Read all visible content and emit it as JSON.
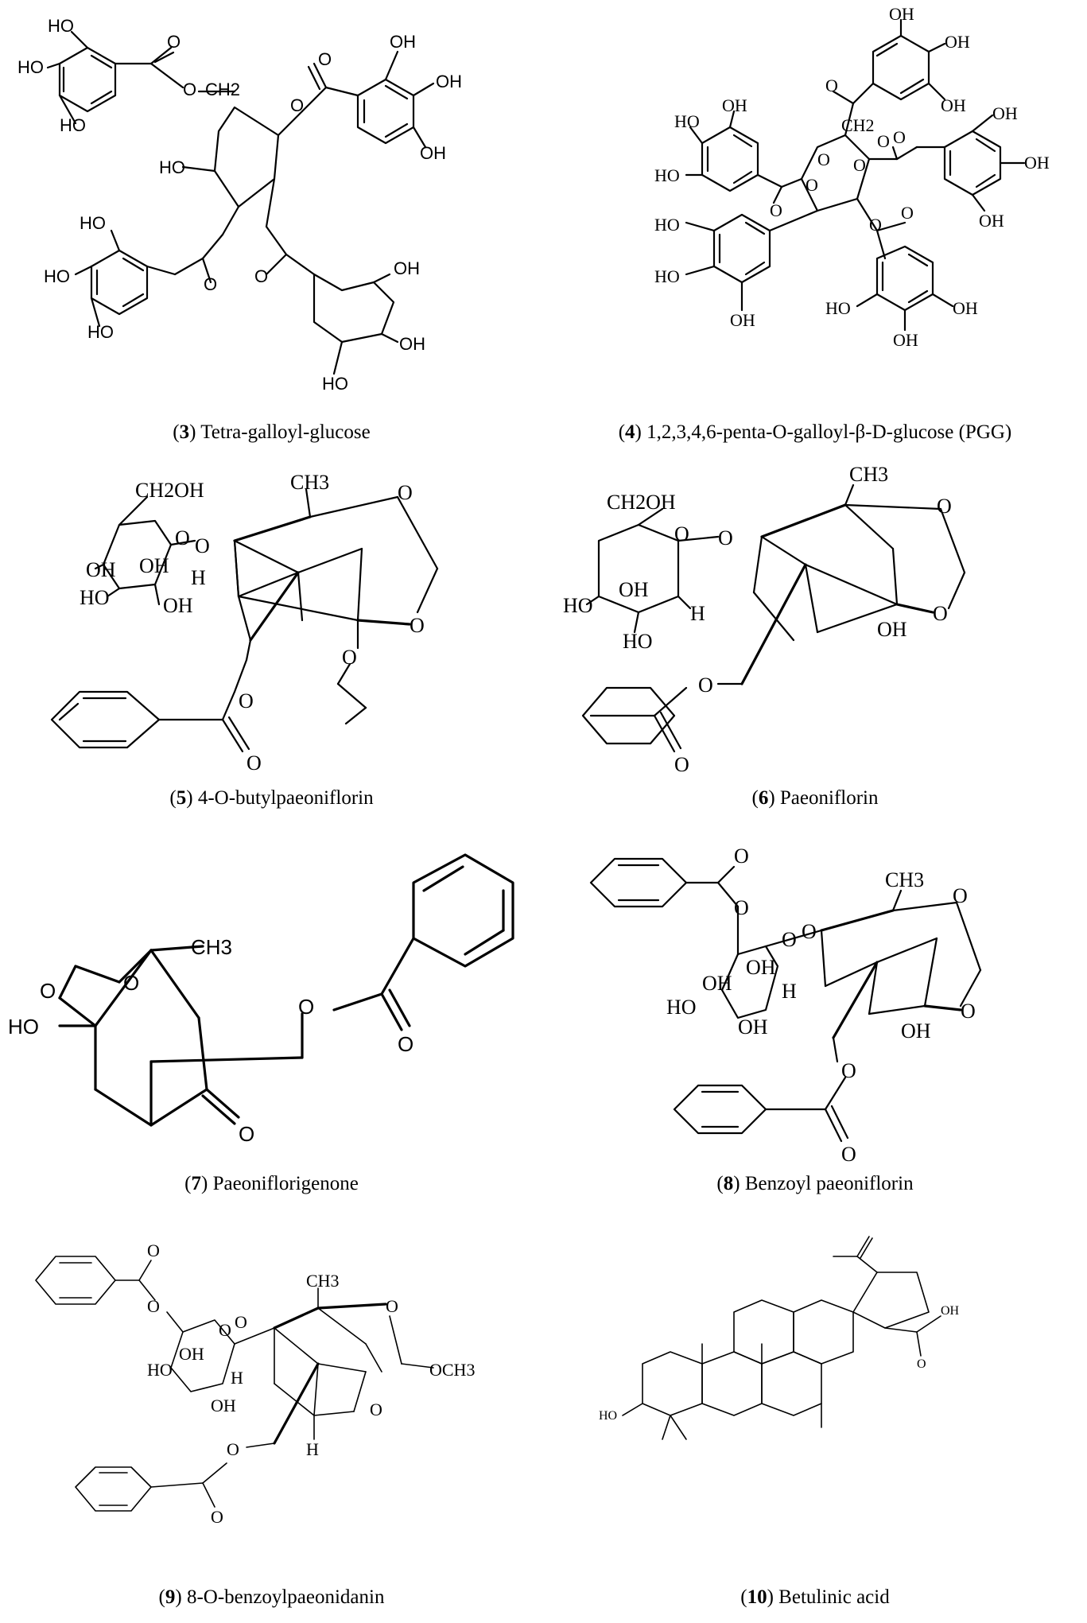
{
  "figure": {
    "compounds": [
      {
        "number": "3",
        "name": "Tetra-galloyl-glucose"
      },
      {
        "number": "4",
        "name": "1,2,3,4,6-penta-O-galloyl-β-D-glucose (PGG)"
      },
      {
        "number": "5",
        "name": "4-O-butylpaeoniflorin"
      },
      {
        "number": "6",
        "name": "Paeoniflorin"
      },
      {
        "number": "7",
        "name": "Paeoniflorigenone"
      },
      {
        "number": "8",
        "name": "Benzoyl paeoniflorin"
      },
      {
        "number": "9",
        "name": "8-O-benzoylpaeonidanin"
      },
      {
        "number": "10",
        "name": "Betulinic acid"
      }
    ],
    "atom_labels": {
      "OH": "OH",
      "HO": "HO",
      "O": "O",
      "H": "H",
      "CH3": "CH3",
      "CH2OH": "CH2OH",
      "CH2": "CH2",
      "OCH3": "OCH3"
    }
  }
}
